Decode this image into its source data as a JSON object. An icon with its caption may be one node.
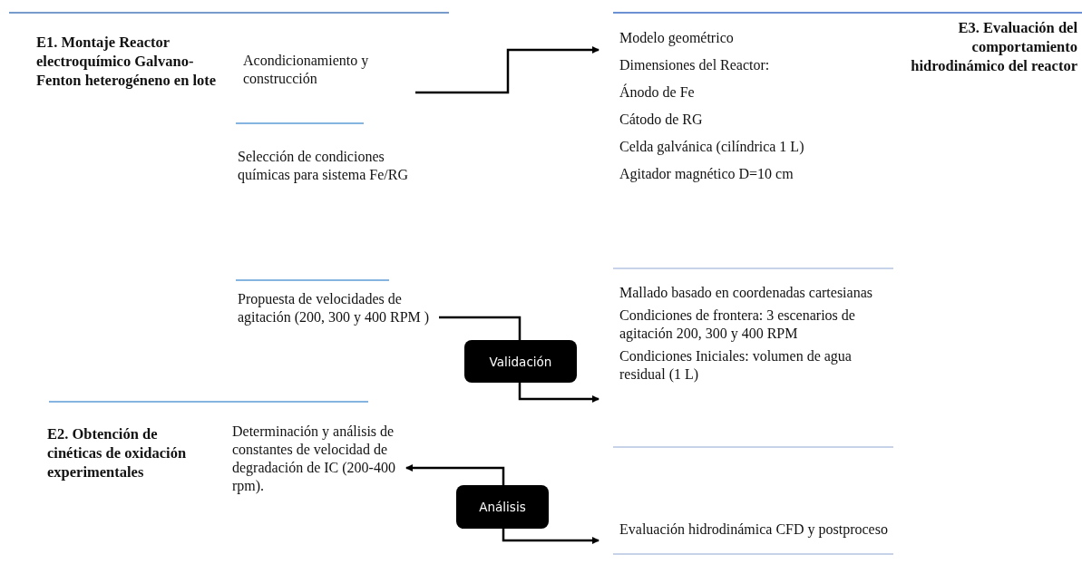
{
  "diagram": {
    "nodes": [
      {
        "text": [
          "E1. Montaje Reactor electroquímico Galvano-Fenton heterogéneno en lote"
        ]
      },
      {
        "text": [
          "Acondicionamiento y construcción"
        ]
      },
      {
        "text": [
          "Selección de condiciones químicas para sistema  Fe/RG"
        ]
      },
      {
        "text": [
          "Modelo geométrico",
          "Dimensiones del Reactor:",
          "Ánodo de Fe",
          "Cátodo de RG",
          "Celda galvánica (cilíndrica 1 L)",
          "Agitador magnético D=10 cm"
        ]
      },
      {
        "text": [
          "E3. Evaluación del comportamiento hidrodinámico del reactor"
        ]
      },
      {
        "text": [
          "Propuesta de velocidades de agitación (200, 300 y 400 RPM )"
        ]
      },
      {
        "text": [
          "Validación"
        ]
      },
      {
        "text": [
          "Mallado basado en coordenadas cartesianas",
          "Condiciones de frontera: 3 escenarios de agitación 200, 300 y 400 RPM",
          "Condiciones Iniciales: volumen de agua residual (1 L)"
        ]
      },
      {
        "text": [
          "E2. Obtención de cinéticas de oxidación experimentales"
        ]
      },
      {
        "text": [
          "Determinación y análisis de constantes de velocidad de degradación de IC (200-400 rpm)."
        ]
      },
      {
        "text": [
          "Análisis"
        ]
      },
      {
        "text": [
          "Evaluación hidrodinámica CFD y postproceso"
        ]
      }
    ],
    "edges": [
      {
        "from": 1,
        "to": 3,
        "arrow": "to"
      },
      {
        "from": 5,
        "to": 6,
        "arrow": "none"
      },
      {
        "from": 6,
        "to": 7,
        "arrow": "to"
      },
      {
        "from": 10,
        "to": 9,
        "arrow": "to"
      },
      {
        "from": 10,
        "to": 11,
        "arrow": "to"
      }
    ]
  }
}
